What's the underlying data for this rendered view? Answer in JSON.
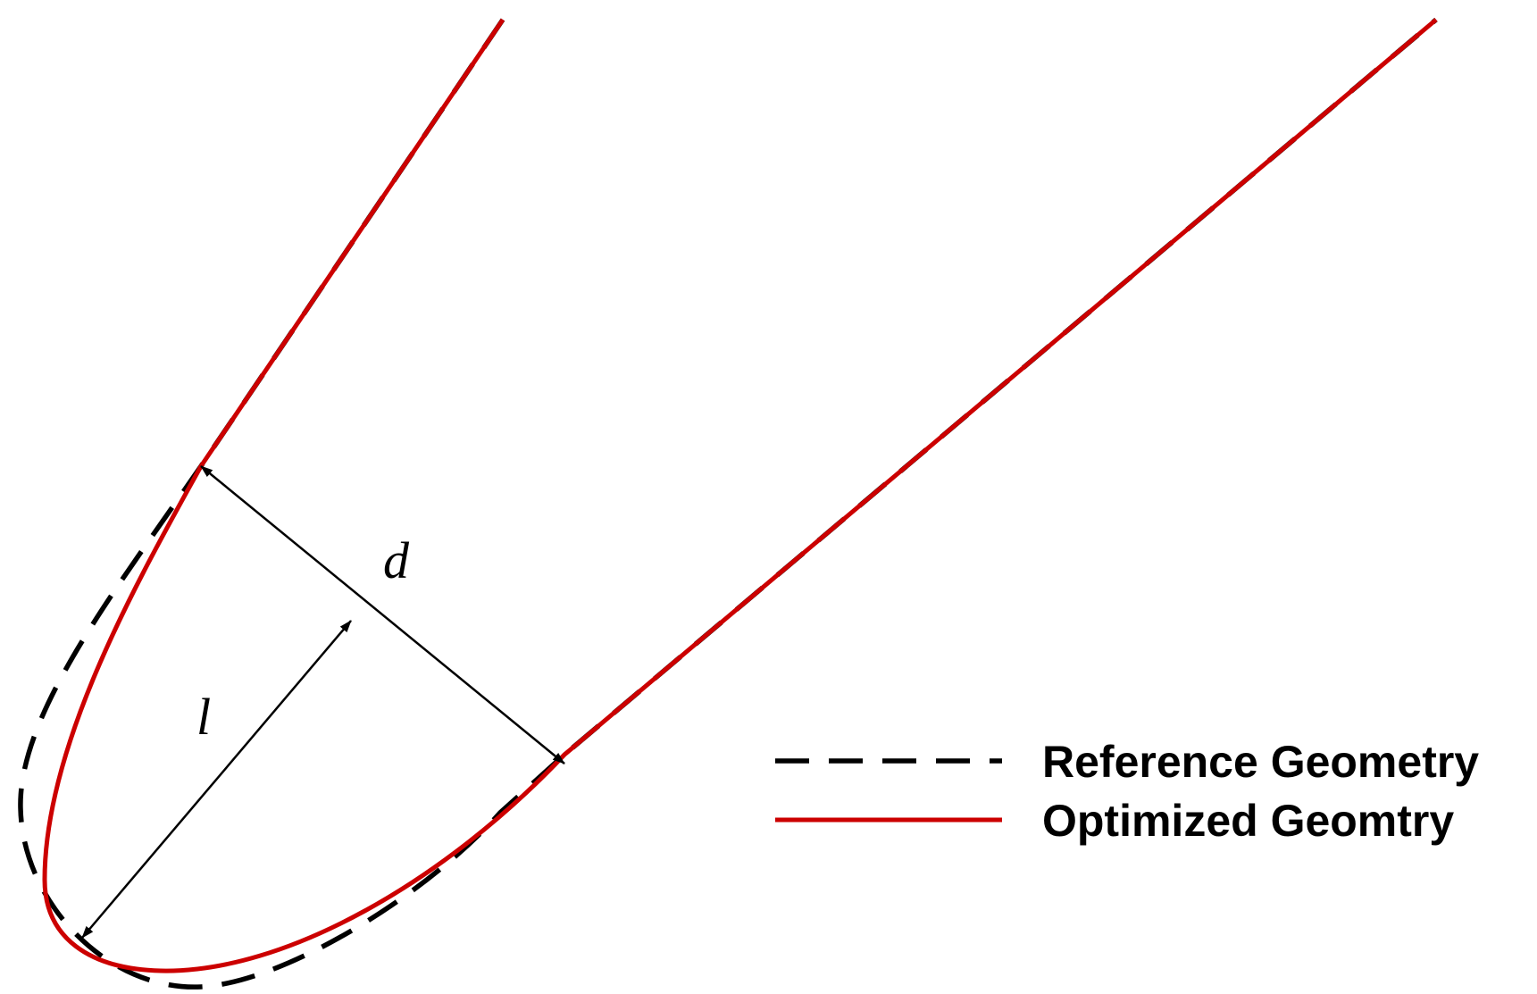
{
  "colors": {
    "reference": "#000000",
    "optimized": "#cc0000",
    "annotation": "#000000",
    "background": "#ffffff"
  },
  "annotations": {
    "d_label": "d",
    "l_label": "l"
  },
  "legend": {
    "items": [
      {
        "label": "Reference Geometry",
        "style": "dashed",
        "color": "#000000"
      },
      {
        "label": "Optimized Geomtry",
        "style": "solid",
        "color": "#cc0000"
      }
    ]
  }
}
